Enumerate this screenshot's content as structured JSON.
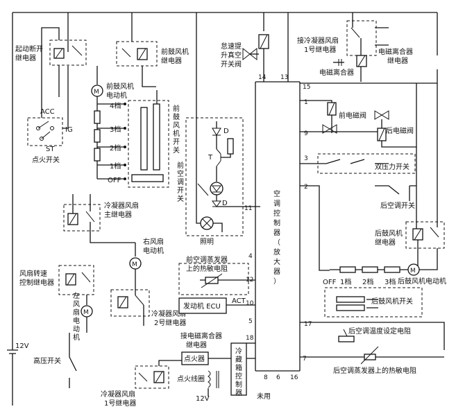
{
  "labels": {
    "starter_relay": [
      "起动断开",
      "继电器"
    ],
    "front_blower_relay": [
      "前鼓风机",
      "继电器"
    ],
    "idle_valve": [
      "怠速提",
      "升真空",
      "开关阀"
    ],
    "cond_fan1_relay_top": [
      "接冷凝器风扇",
      "1号继电器"
    ],
    "clutch_relay": [
      "电磁离合器",
      "继电器"
    ],
    "clutch": "电磁离合器",
    "front_blower_motor": [
      "前鼓风机",
      "电动机"
    ],
    "speeds": [
      "4档",
      "3档",
      "2档",
      "1档",
      "OFF"
    ],
    "front_blower_switch": [
      "前",
      "鼓",
      "风",
      "机",
      "开",
      "关"
    ],
    "front_ac_switch": [
      "前",
      "空",
      "调",
      "开",
      "关"
    ],
    "acc": "ACC",
    "ig": "IG",
    "st": "ST",
    "ignition_switch": "点火开关",
    "d1": "D",
    "t": "T",
    "d2": "D",
    "lighting": "照明",
    "front_valve": "前电磁阀",
    "rear_valve": "后电磁阀",
    "dual_pressure": "双压力开关",
    "rear_ac_switch": "后空调开关",
    "rear_blower_relay": [
      "后鼓风机",
      "继电器"
    ],
    "cond_fan_main": [
      "冷凝器风扇",
      "主继电器"
    ],
    "right_fan_motor": [
      "右风扇",
      "电动机"
    ],
    "fan_speed_relay": [
      "风扇转速",
      "控制继电器"
    ],
    "left_fan_motor": [
      "左",
      "风",
      "扇",
      "电",
      "动",
      "机"
    ],
    "cond_fan2_relay": [
      "冷凝器风扇",
      "2号继电器"
    ],
    "front_evap_thermistor": [
      "前空调蒸发器",
      "上的热敏电阻"
    ],
    "engine_ecu": "发动机 ECU",
    "act": "ACT",
    "to_clutch_relay": [
      "接电磁离合器",
      "继电器"
    ],
    "igniter": "点火器",
    "ign_coil": "点火线圈",
    "supply_12v": "12V",
    "supply_12v_bottom": "12V",
    "hp_switch": "高压开关",
    "cond_fan1_relay": [
      "冷凝器风扇",
      "1号继电器"
    ],
    "fridge_ctrl": [
      "冷",
      "藏",
      "箱",
      "控",
      "制",
      "器"
    ],
    "unused": "未用",
    "amplifier": [
      "空",
      "调",
      "控",
      "制",
      "器",
      "（",
      "放",
      "大",
      "器",
      "）"
    ],
    "rear_speeds": {
      "off": "OFF",
      "s1": "1档",
      "s2": "2档",
      "s3": "3档"
    },
    "rear_blower_motor": "后鼓风机电动机",
    "rear_blower_switch": "后鼓风机开关",
    "rear_temp_resistor": "后空调温度设定电阻",
    "rear_evap_thermistor": "后空调蒸发器上的热敏电阻"
  },
  "pins": {
    "p14": "14",
    "p13": "13",
    "p15": "15",
    "p1": "1",
    "p9": "9",
    "p3": "3",
    "p2": "2",
    "p11": "11",
    "p4": "4",
    "p12": "12",
    "p10": "10",
    "p5": "5",
    "p18": "18",
    "p17": "17",
    "p7": "7",
    "p8": "8",
    "p6": "6",
    "p16": "16"
  }
}
